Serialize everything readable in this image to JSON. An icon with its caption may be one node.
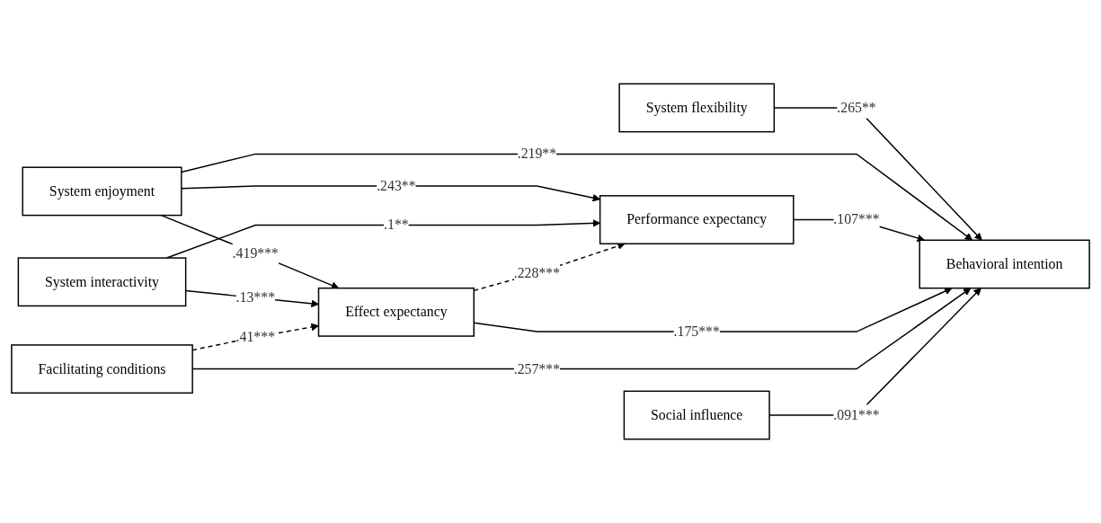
{
  "diagram": {
    "nodes": [
      {
        "text": [
          "System flexibility"
        ]
      },
      {
        "text": [
          "System enjoyment"
        ]
      },
      {
        "text": [
          "Performance expectancy"
        ]
      },
      {
        "text": [
          "Behavioral intention"
        ]
      },
      {
        "text": [
          "System interactivity"
        ]
      },
      {
        "text": [
          "Effect expectancy"
        ]
      },
      {
        "text": [
          "Facilitating conditions"
        ]
      },
      {
        "text": [
          "Social influence"
        ]
      }
    ],
    "edges": [
      {
        "from": 0,
        "to": 3,
        "arrow": "to",
        "label": ".265**"
      },
      {
        "from": 1,
        "to": 3,
        "arrow": "to",
        "label": ".219**"
      },
      {
        "from": 1,
        "to": 2,
        "arrow": "to",
        "label": ".243**"
      },
      {
        "from": 1,
        "to": 5,
        "arrow": "to",
        "label": ".419***"
      },
      {
        "from": 4,
        "to": 2,
        "arrow": "to",
        "label": ".1**"
      },
      {
        "from": 4,
        "to": 5,
        "arrow": "to",
        "label": ".13***"
      },
      {
        "from": 2,
        "to": 3,
        "arrow": "to",
        "label": ".107***"
      },
      {
        "from": 5,
        "to": 2,
        "arrow": "to",
        "label": ".228***",
        "style": "dashed"
      },
      {
        "from": 5,
        "to": 3,
        "arrow": "to",
        "label": ".175***"
      },
      {
        "from": 6,
        "to": 3,
        "arrow": "to",
        "label": ".257***"
      },
      {
        "from": 6,
        "to": 5,
        "arrow": "to",
        "label": ".41***",
        "style": "dashed"
      },
      {
        "from": 7,
        "to": 3,
        "arrow": "to",
        "label": ".091***"
      }
    ]
  }
}
